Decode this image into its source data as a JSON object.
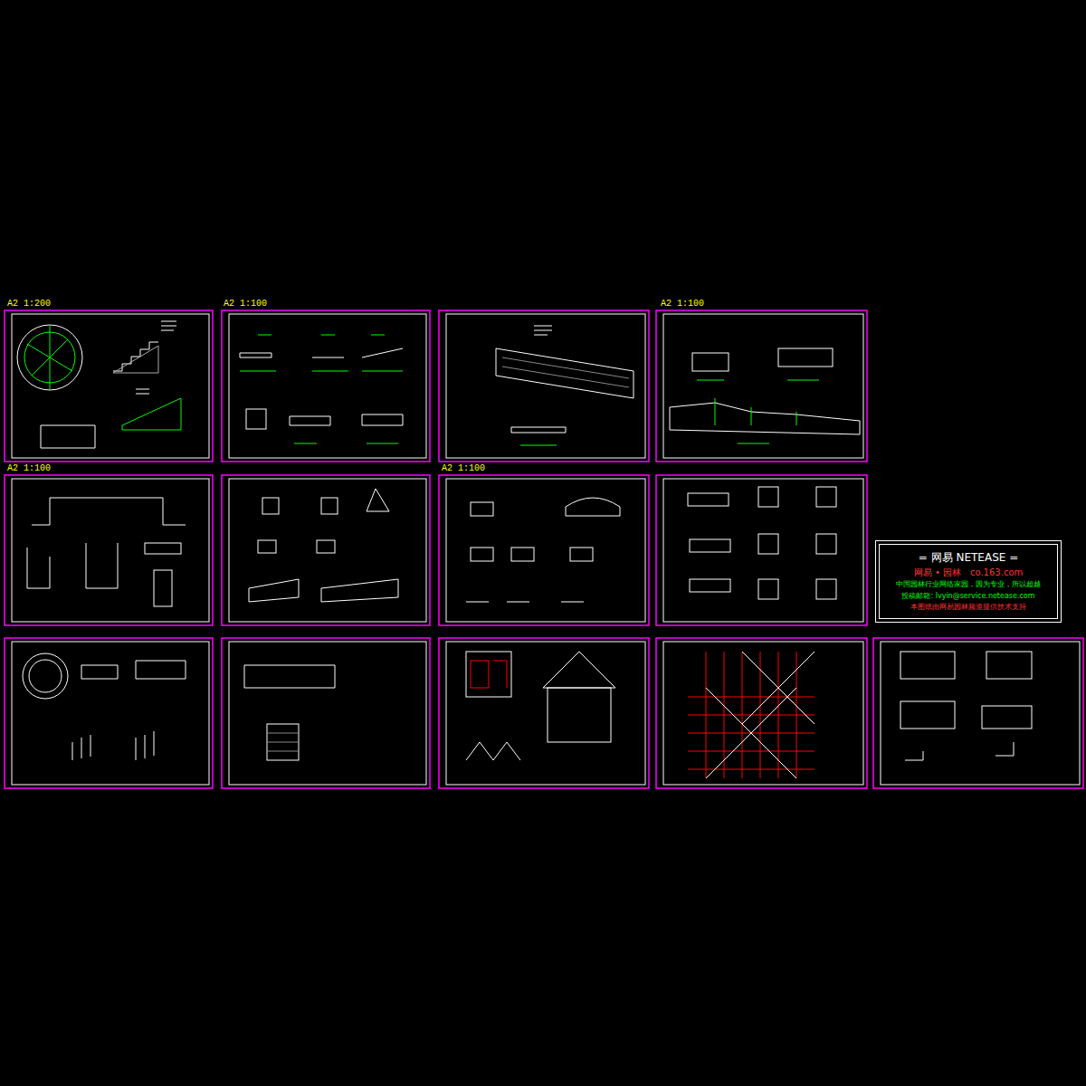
{
  "diagram": {
    "nodes": [
      {
        "text": [
          "= 网易  NETEASE =",
          "网易 • 园林",
          "co.163.com",
          "中国园林行业网络家园，因为专业，所以超越",
          "投稿邮箱: lvyin@service.netease.com",
          "本图纸由网易园林频道提供技术支持"
        ]
      }
    ],
    "labels": [
      "A2 1:200",
      "A2 1:100",
      "A2 1:100",
      "A2 1:100",
      "A2 1:100"
    ]
  }
}
